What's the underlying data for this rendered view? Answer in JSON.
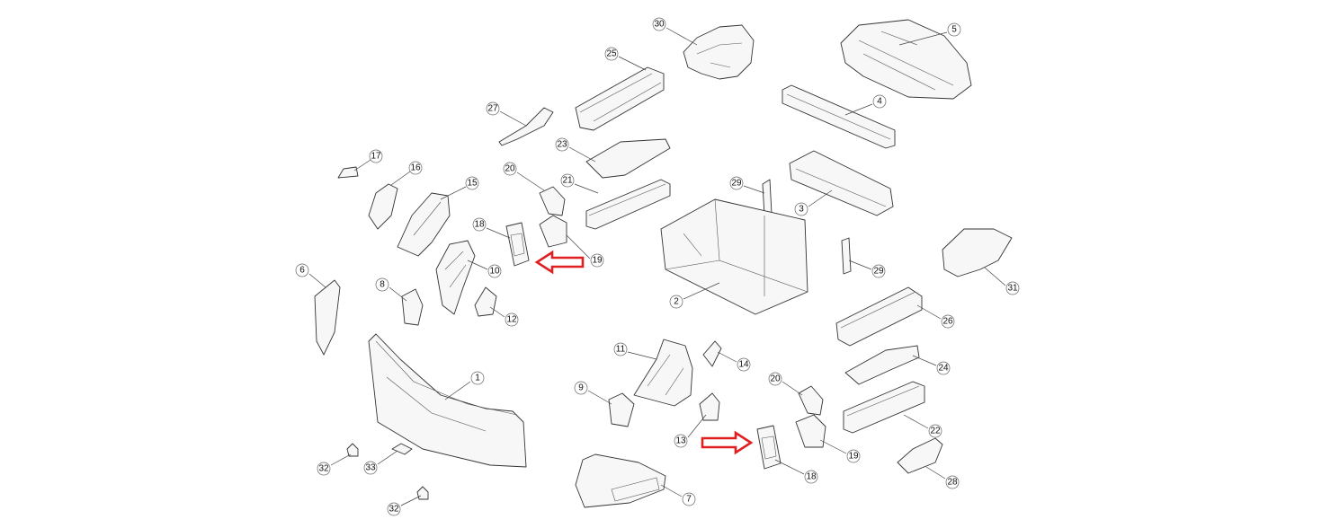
{
  "diagram": {
    "callouts": {
      "c30": "30",
      "c5": "5",
      "c25": "25",
      "c4": "4",
      "c27": "27",
      "c23": "23",
      "c17": "17",
      "c16": "16",
      "c20a": "20",
      "c21": "21",
      "c29a": "29",
      "c15": "15",
      "c3": "3",
      "c18a": "18",
      "c19a": "19",
      "c29b": "29",
      "c31": "31",
      "c6": "6",
      "c10": "10",
      "c8": "8",
      "c12": "12",
      "c2": "2",
      "c26": "26",
      "c11": "11",
      "c14": "14",
      "c24": "24",
      "c9": "9",
      "c20b": "20",
      "c1": "1",
      "c22": "22",
      "c13": "13",
      "c19b": "19",
      "c18b": "18",
      "c28": "28",
      "c32a": "32",
      "c33": "33",
      "c7": "7",
      "c32b": "32"
    },
    "highlight_color": "#e02020"
  }
}
